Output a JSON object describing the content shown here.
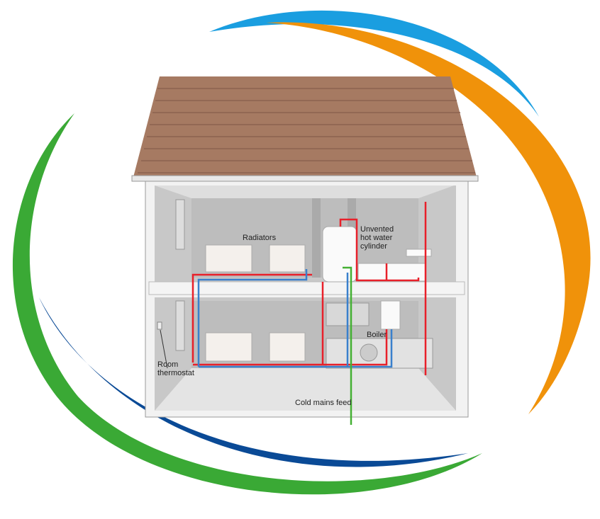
{
  "labels": {
    "radiators": "Radiators",
    "cylinder_line1": "Unvented",
    "cylinder_line2": "hot water",
    "cylinder_line3": "cylinder",
    "boiler": "Boiler",
    "thermostat_line1": "Room",
    "thermostat_line2": "thermostat",
    "cold_mains": "Cold mains feed"
  },
  "colors": {
    "arc_blue": "#1a9ee0",
    "arc_orange": "#f0920a",
    "arc_green": "#3aa935",
    "arc_navy": "#0a4a96",
    "roof": "#a67a62",
    "hot_pipe": "#e8202a",
    "cold_pipe": "#3a80cc",
    "mains_pipe": "#44b033"
  }
}
